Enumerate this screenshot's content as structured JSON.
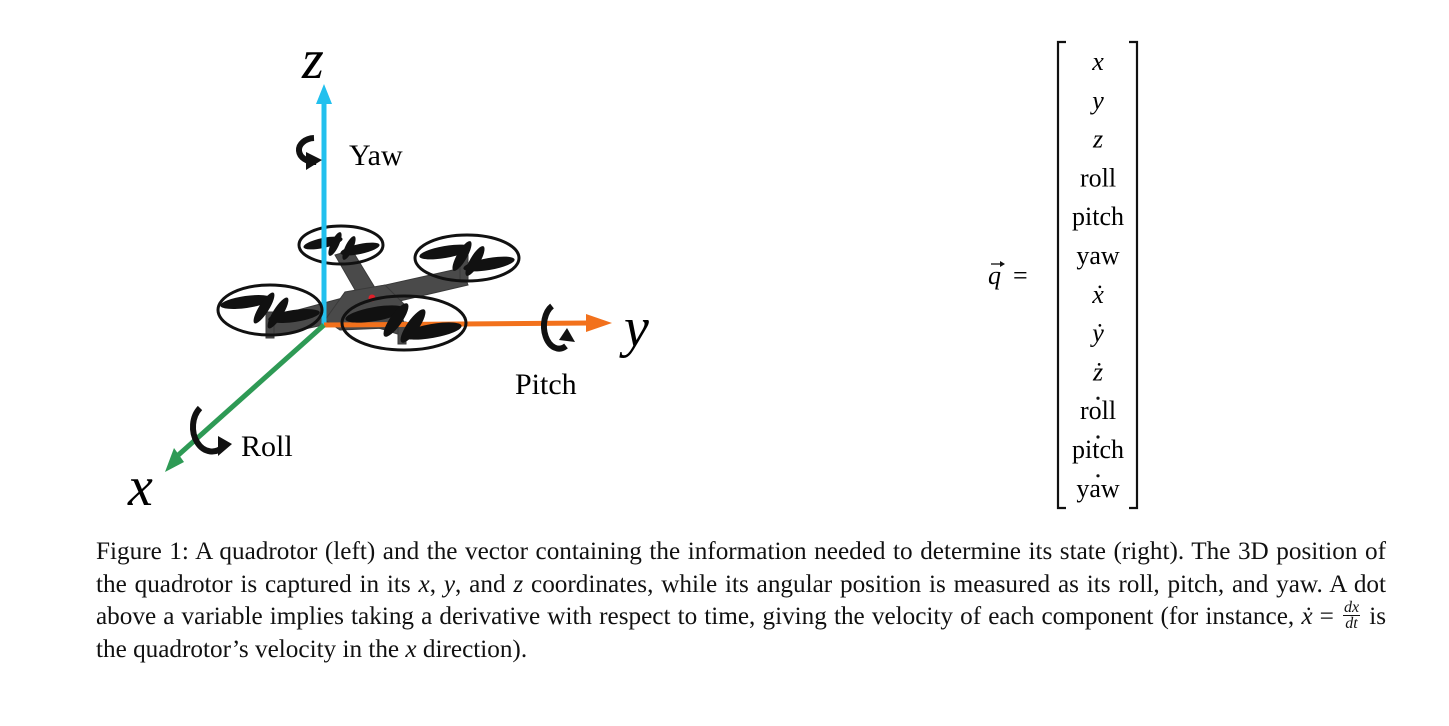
{
  "diagram": {
    "axes": {
      "z": {
        "label": "z",
        "color": "#22c0ee"
      },
      "y": {
        "label": "y",
        "color": "#f2711c"
      },
      "x": {
        "label": "x",
        "color": "#2e9a55"
      }
    },
    "rotations": {
      "yaw": "Yaw",
      "pitch": "Pitch",
      "roll": "Roll"
    },
    "colors": {
      "body": "#4a4a4a",
      "center_dot": "#e0202a",
      "propeller": "#111111"
    }
  },
  "state_vector": {
    "lhs": "q",
    "equals": "=",
    "entries": [
      "x",
      "y",
      "z",
      "roll",
      "pitch",
      "yaw",
      "ẋ",
      "ẏ",
      "ż",
      "roll",
      "pitch",
      "yaw"
    ]
  },
  "caption": {
    "figure_label": "Figure 1:",
    "p1": "A quadrotor (left) and the vector containing the information needed to determine its state (right). The 3D position of the quadrotor is captured in its",
    "var_x": "x",
    "sep1": ",",
    "var_y": "y",
    "sep2": ", and",
    "var_z": "z",
    "p2": "coordinates, while its angular position is measured as its roll, pitch, and yaw. A dot above a variable implies taking a derivative with respect to time, giving the velocity of each component (for instance,",
    "xdot": "ẋ",
    "eq": "=",
    "frac_num": "dx",
    "frac_den": "dt",
    "p3": "is the quadrotor’s velocity in the",
    "var_x2": "x",
    "p4": "direction)."
  }
}
